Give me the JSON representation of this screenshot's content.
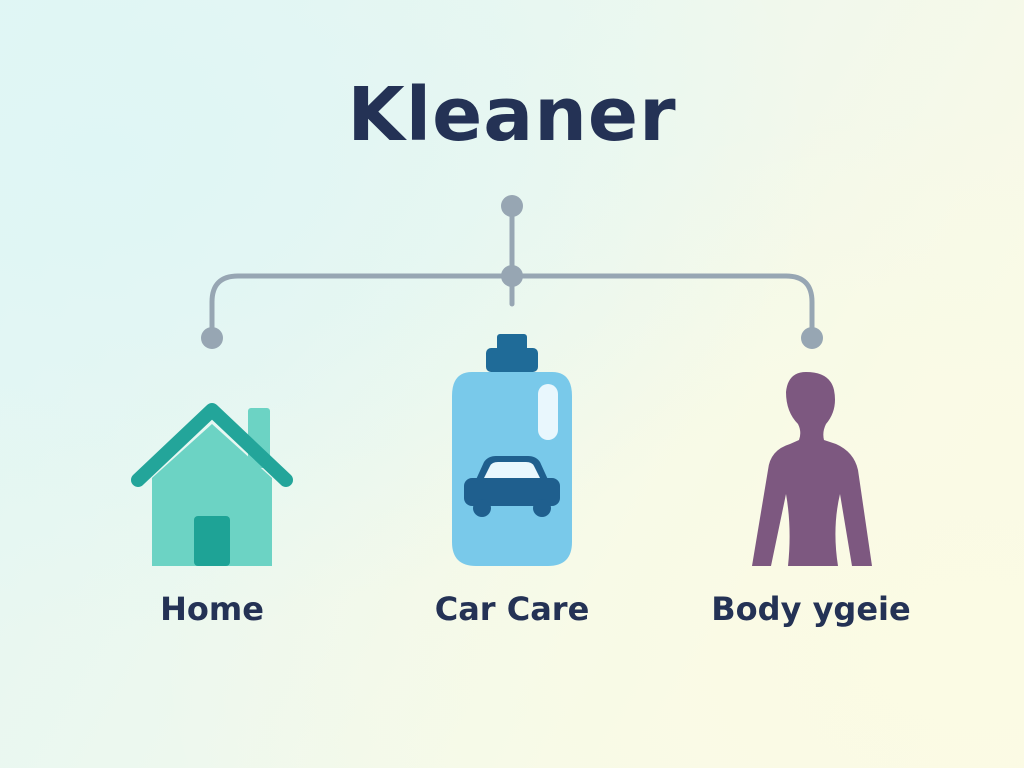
{
  "title": "Kleaner",
  "colors": {
    "title": "#243255",
    "connector": "#97a6b3",
    "home": "#6cd3c4",
    "home_roof": "#23a59a",
    "bottle": "#79c9ea",
    "bottle_cap": "#1f6b98",
    "car": "#1f5f8e",
    "figure": "#7d5880",
    "label": "#243255"
  },
  "branches": [
    {
      "label": "Home",
      "icon": "house-icon"
    },
    {
      "label": "Car Care",
      "icon": "car-cleaner-bottle-icon"
    },
    {
      "label": "Body ygeie",
      "icon": "body-silhouette-icon"
    }
  ]
}
